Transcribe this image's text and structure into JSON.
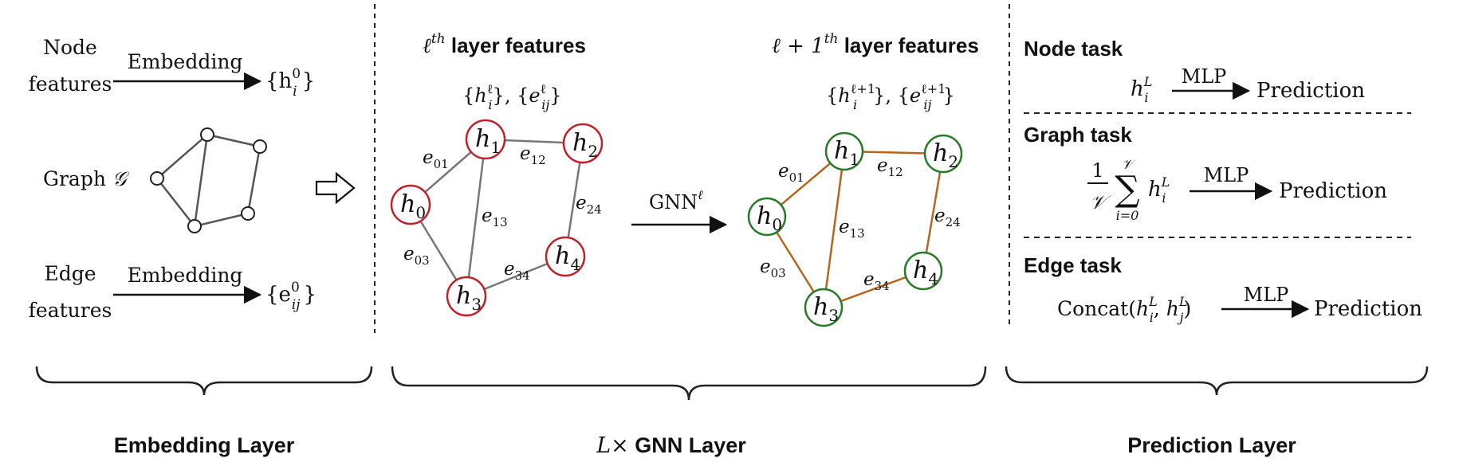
{
  "embedding": {
    "node_features_l1": "Node",
    "node_features_l2": "features",
    "embedding_label": "Embedding",
    "node_set_open": "{h",
    "node_set_sub": "i",
    "node_set_sup": "0",
    "node_set_close": "}",
    "graph_label": "Graph ",
    "graph_symbol": "𝒢",
    "edge_features_l1": "Edge",
    "edge_features_l2": "features",
    "edge_set_open": "{e",
    "edge_set_sub": "ij",
    "edge_set_sup": "0",
    "edge_set_close": "}"
  },
  "gnn": {
    "left_title_ell": "ℓ",
    "left_title_th": "th",
    "left_title_rest": " layer features",
    "left_sets": "{h_i^ℓ}, {e_ij^ℓ}",
    "right_title_prefix": "ℓ + 1",
    "right_title_th": "th",
    "right_title_rest": " layer features",
    "right_sets": "{h_i^ℓ+1}, {e_ij^ℓ+1}",
    "operator": "GNN",
    "operator_sup": "ℓ",
    "nodes": [
      "h0",
      "h1",
      "h2",
      "h3",
      "h4"
    ],
    "edges": [
      "e01",
      "e12",
      "e13",
      "e24",
      "e03",
      "e34"
    ],
    "left_node_color": "#c0202a",
    "right_node_color": "#2a7a2a",
    "left_edge_color": "#777777",
    "right_edge_color": "#b5651d"
  },
  "prediction": {
    "node_task": "Node task",
    "node_formula": "h_i^L",
    "graph_task": "Graph task",
    "graph_formula_frac_num": "1",
    "graph_formula_frac_den": "𝒱",
    "graph_sum_top": "𝒱",
    "graph_sum_bottom": "i=0",
    "graph_formula_term": "h_i^L",
    "edge_task": "Edge task",
    "edge_formula": "Concat(h_i^L, h_j^L)",
    "mlp": "MLP",
    "prediction": "Prediction"
  },
  "sections": {
    "embedding_layer": "Embedding Layer",
    "gnn_layer_prefix": "L",
    "gnn_layer_times": "×",
    "gnn_layer_rest": " GNN Layer",
    "prediction_layer": "Prediction Layer"
  }
}
